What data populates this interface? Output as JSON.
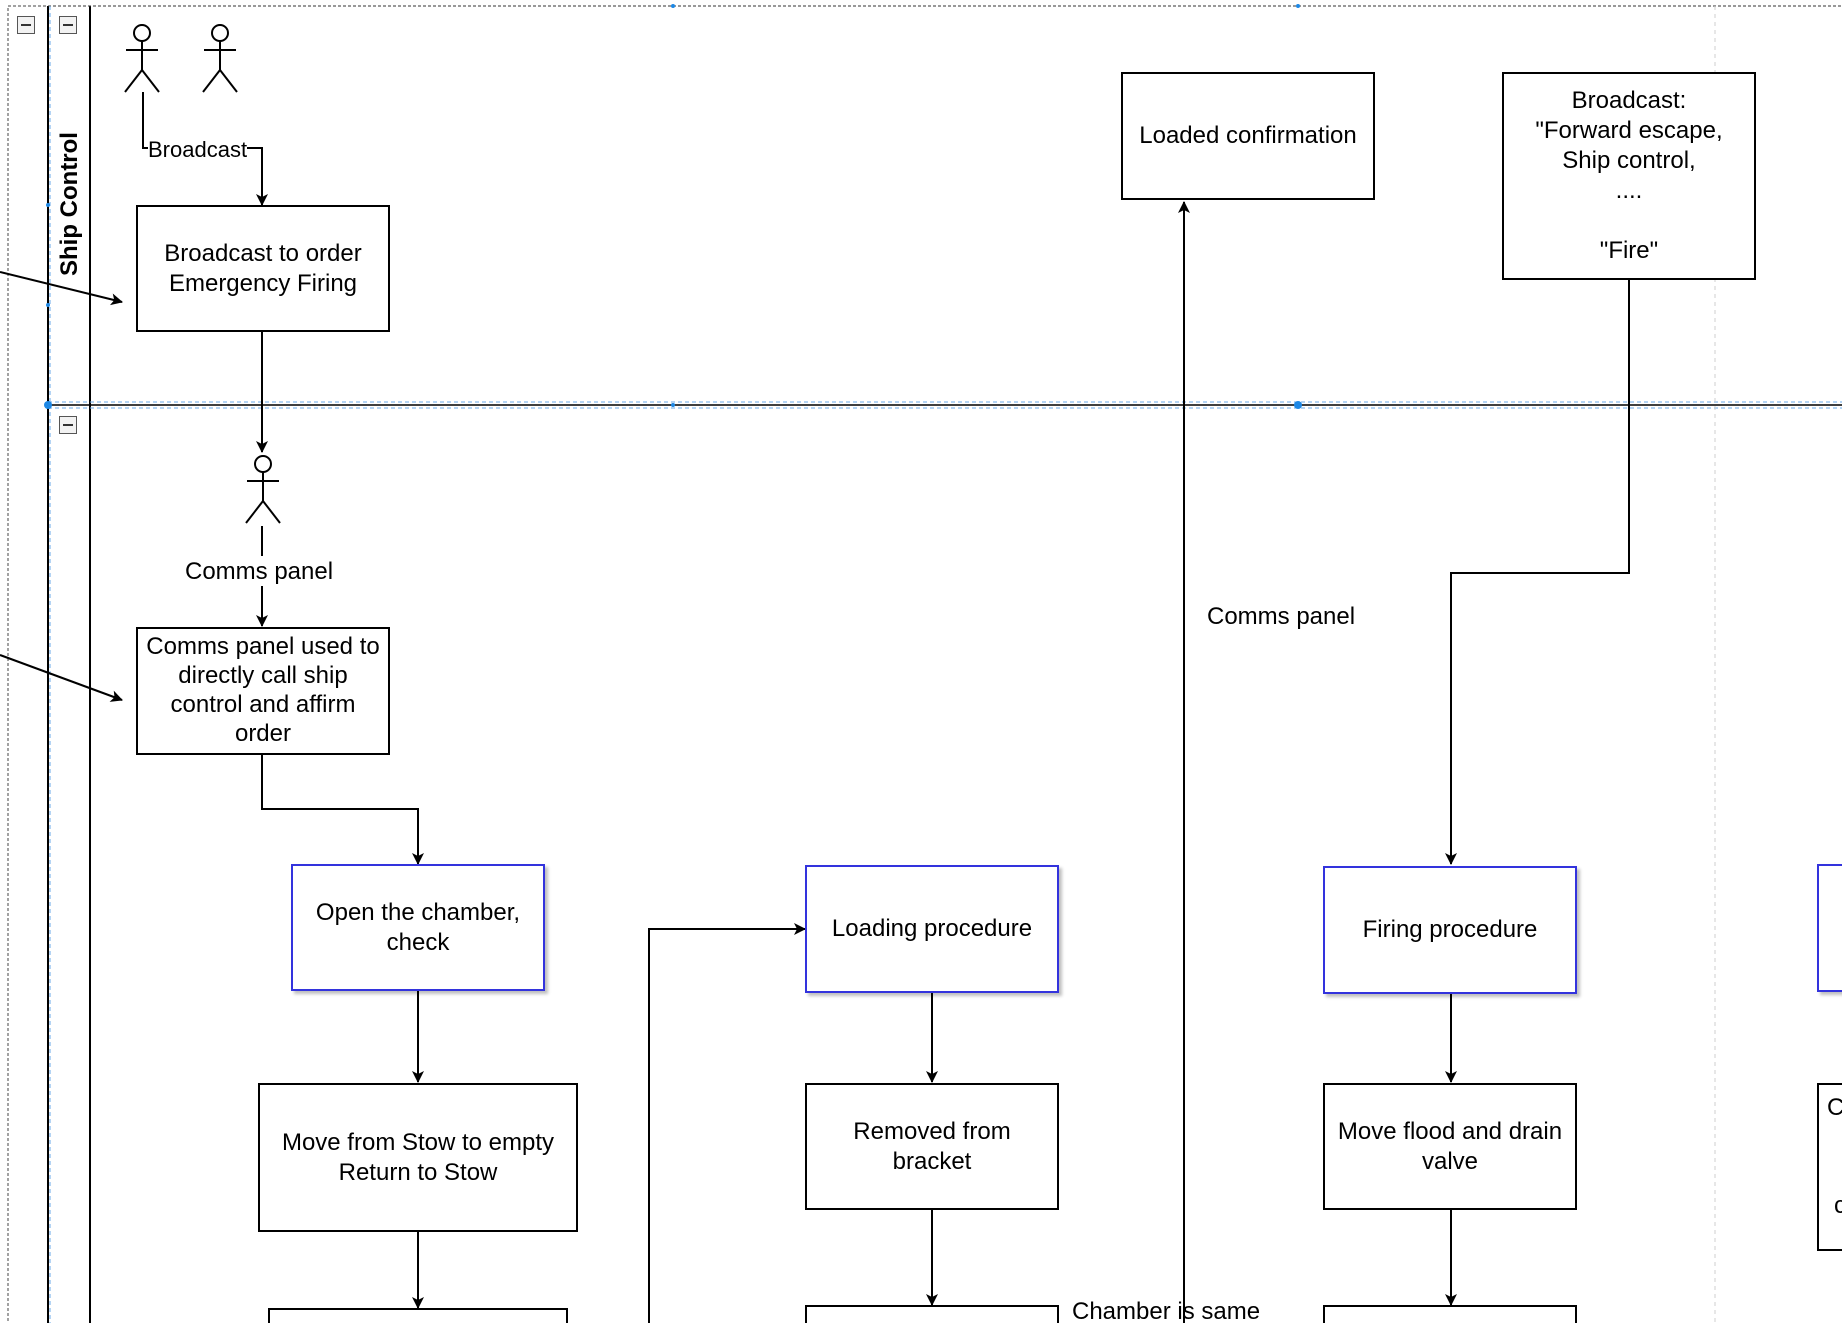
{
  "lanes": [
    {
      "id": "ship-control",
      "title": "Ship Control"
    },
    {
      "id": "second-lane",
      "title": ""
    }
  ],
  "nodes": {
    "broadcast_order": "Broadcast to order\nEmergency Firing",
    "loaded_confirmation": "Loaded confirmation",
    "broadcast_fire": "Broadcast:\n\"Forward escape,\nShip control,\n....\n\n\"Fire\"",
    "comms_panel_call": "Comms panel used to\ndirectly call ship\ncontrol and affirm\norder",
    "open_chamber": "Open the chamber,\ncheck",
    "loading_procedure": "Loading procedure",
    "firing_procedure": "Firing procedure",
    "move_stow": "Move from Stow to empty\nReturn to Stow",
    "removed_bracket": "Removed from\nbracket",
    "move_flood": "Move flood and drain\nvalve",
    "partial_right_top": "C",
    "partial_right_bottom": "c"
  },
  "edge_labels": {
    "broadcast": "Broadcast",
    "comms_panel_1": "Comms panel",
    "comms_panel_2": "Comms panel",
    "chamber_same": "Chamber is same"
  },
  "colors": {
    "procedure_border": "#3333dd",
    "lane_selection": "#1e88e5",
    "line": "#000000"
  },
  "icons": [
    "collapse-icon",
    "actor-icon"
  ]
}
